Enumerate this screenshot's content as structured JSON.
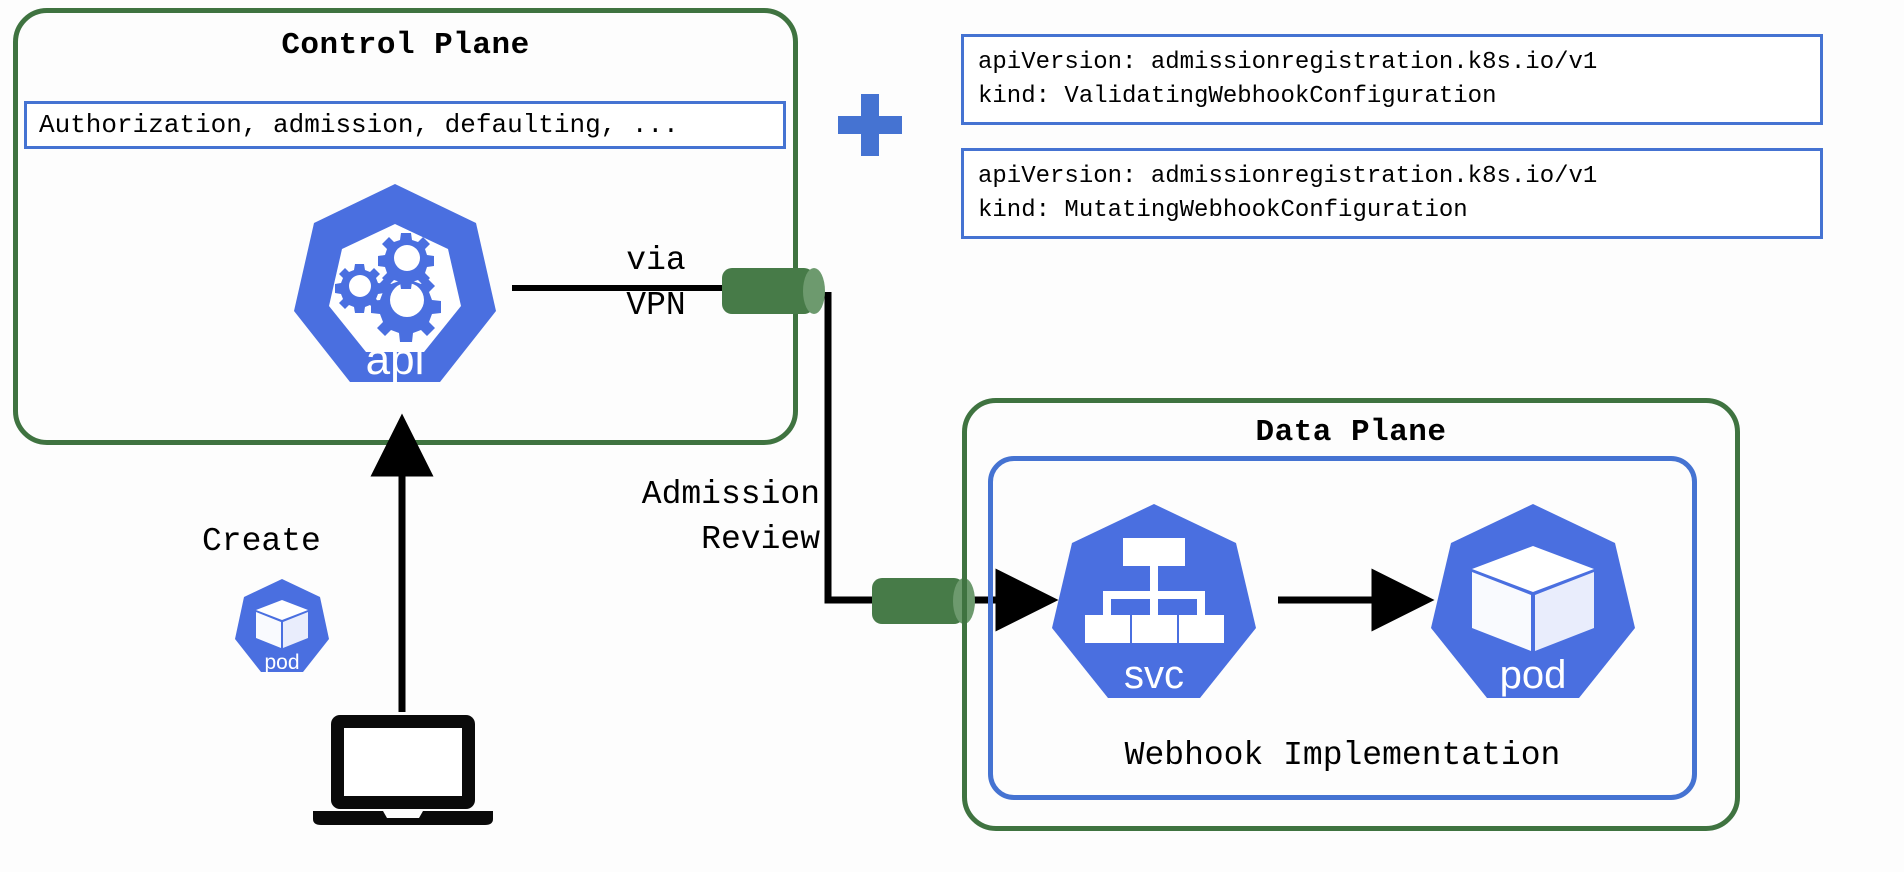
{
  "diagram": {
    "title_hidden": "",
    "colors": {
      "plane_border_green": "#3f7340",
      "inner_border_blue": "#4573d2",
      "k8s_blue": "#4a6fe0",
      "tunnel_green": "#477b48",
      "line_black": "#000000",
      "background": "#fdfdfd"
    }
  },
  "control_plane": {
    "title": "Control Plane",
    "features_box": "Authorization, admission, defaulting, ...",
    "api_icon_label": "api"
  },
  "data_plane": {
    "title": "Data Plane",
    "inner_caption": "Webhook Implementation",
    "svc_icon_label": "svc",
    "pod_icon_label": "pod"
  },
  "webhook_configs": [
    {
      "line1": "apiVersion: admissionregistration.k8s.io/v1",
      "line2": "kind: ValidatingWebhookConfiguration"
    },
    {
      "line1": "apiVersion: admissionregistration.k8s.io/v1",
      "line2": "kind: MutatingWebhookConfiguration"
    }
  ],
  "labels": {
    "plus": "+",
    "via_vpn_line1": "via",
    "via_vpn_line2": "VPN",
    "admission_review_line1": "Admission",
    "admission_review_line2": "Review",
    "create": "Create",
    "create_pod_label": "pod"
  },
  "icons": {
    "plus": "plus-icon",
    "api": "kubernetes-api-icon",
    "svc": "kubernetes-svc-icon",
    "pod": "kubernetes-pod-icon",
    "pod_small": "kubernetes-pod-small-icon",
    "laptop": "laptop-icon",
    "tunnel_top": "vpn-tunnel-icon",
    "tunnel_bottom": "vpn-tunnel-icon"
  }
}
